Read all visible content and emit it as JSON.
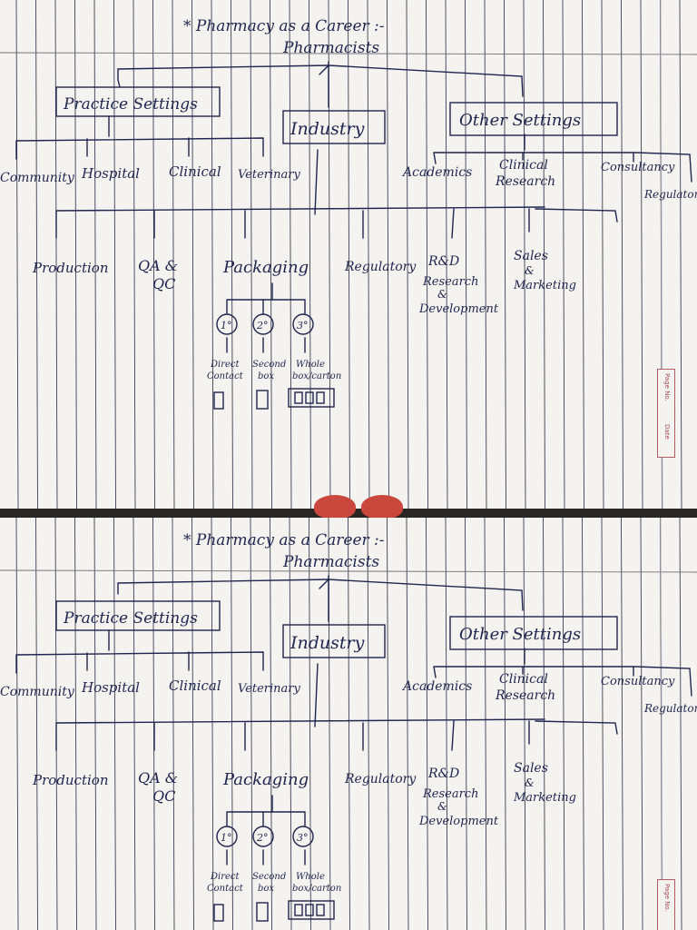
{
  "title": "* Pharmacy as a Career :-",
  "root": "Pharmacists",
  "categories": {
    "practice": "Practice Settings",
    "industry": "Industry",
    "other": "Other Settings"
  },
  "practice_items": [
    "Community",
    "Hospital",
    "Clinical",
    "Veterinary"
  ],
  "other_items": [
    "Academics",
    "Clinical",
    "Research",
    "Consultancy",
    "Regulatory"
  ],
  "industry_items": [
    "Production",
    "QA &",
    "QC",
    "Packaging",
    "Regulatory",
    "R&D",
    "Research",
    "&",
    "Development",
    "Sales",
    "&",
    "Marketing"
  ],
  "packaging_levels": [
    "1°",
    "2°",
    "3°"
  ],
  "packaging_desc": [
    "Direct",
    "Contact",
    "Second",
    "box",
    "Whole",
    "box/carton"
  ],
  "page_box": {
    "page_no": "Page No.",
    "date": "Date"
  }
}
